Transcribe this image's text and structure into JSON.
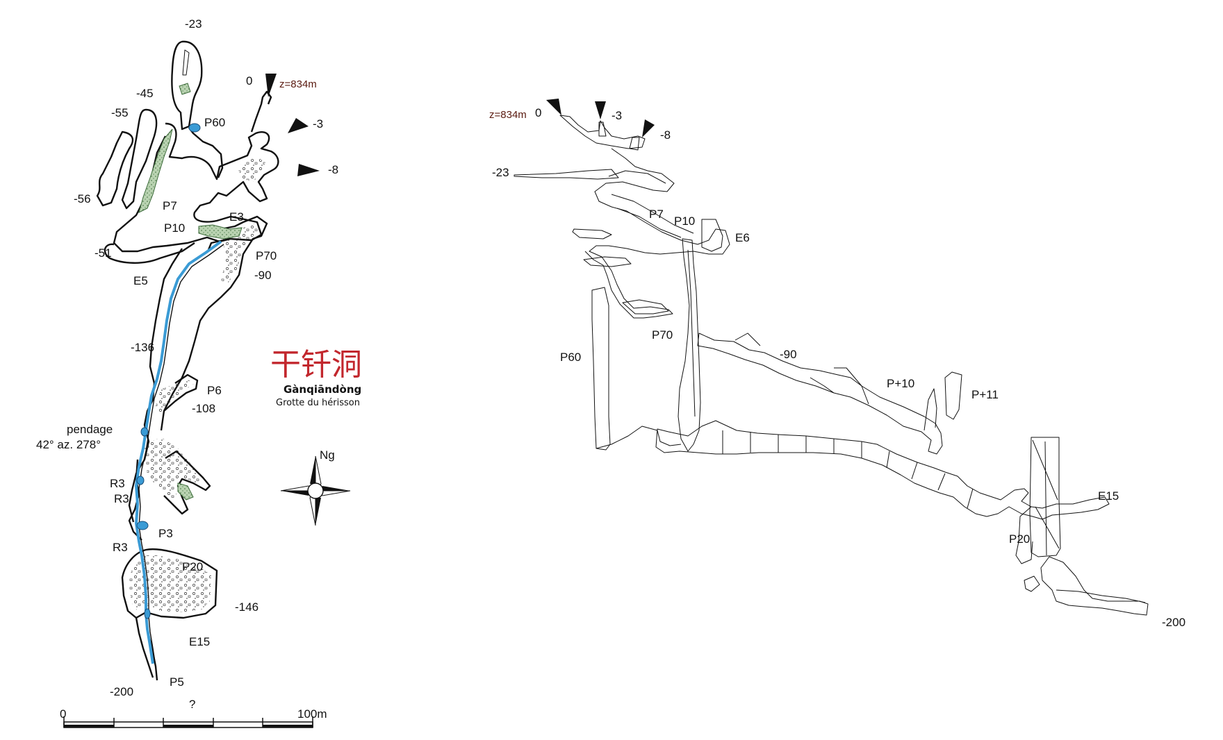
{
  "title": {
    "chinese": "干钎洞",
    "pinyin": "Gànqiāndòng",
    "french": "Grotte du hérisson"
  },
  "plan": {
    "labels": {
      "d23": "-23",
      "d0": "0",
      "z": "z=834m",
      "d3": "-3",
      "d8": "-8",
      "d45": "-45",
      "d55": "-55",
      "p60": "P60",
      "d56": "-56",
      "p7": "P7",
      "p10": "P10",
      "e3": "E3",
      "d51": "-51",
      "p70": "P70",
      "d90": "-90",
      "e5": "E5",
      "d136": "-136",
      "p6": "P6",
      "d108": "-108",
      "pendage1": "pendage",
      "pendage2": "42° az. 278°",
      "r3a": "R3",
      "r3b": "R3",
      "p3": "P3",
      "r3c": "R3",
      "p20": "P20",
      "d146": "-146",
      "e15": "E15",
      "p5": "P5",
      "d200": "-200",
      "q": "?"
    },
    "scale": {
      "start": "0",
      "end": "100m"
    },
    "compass": "Ng"
  },
  "profile": {
    "labels": {
      "z": "z=834m",
      "d0": "0",
      "d3": "-3",
      "d8": "-8",
      "d23": "-23",
      "p7": "P7",
      "p10": "P10",
      "e6": "E6",
      "p70": "P70",
      "p60": "P60",
      "d90": "-90",
      "pp10": "P+10",
      "pp11": "P+11",
      "e15": "E15",
      "p20": "P20",
      "d200": "-200"
    }
  },
  "colors": {
    "water": "#3a9bd5",
    "vegetation": "#6f9a6a",
    "title": "#c2272d",
    "line": "#111111"
  }
}
